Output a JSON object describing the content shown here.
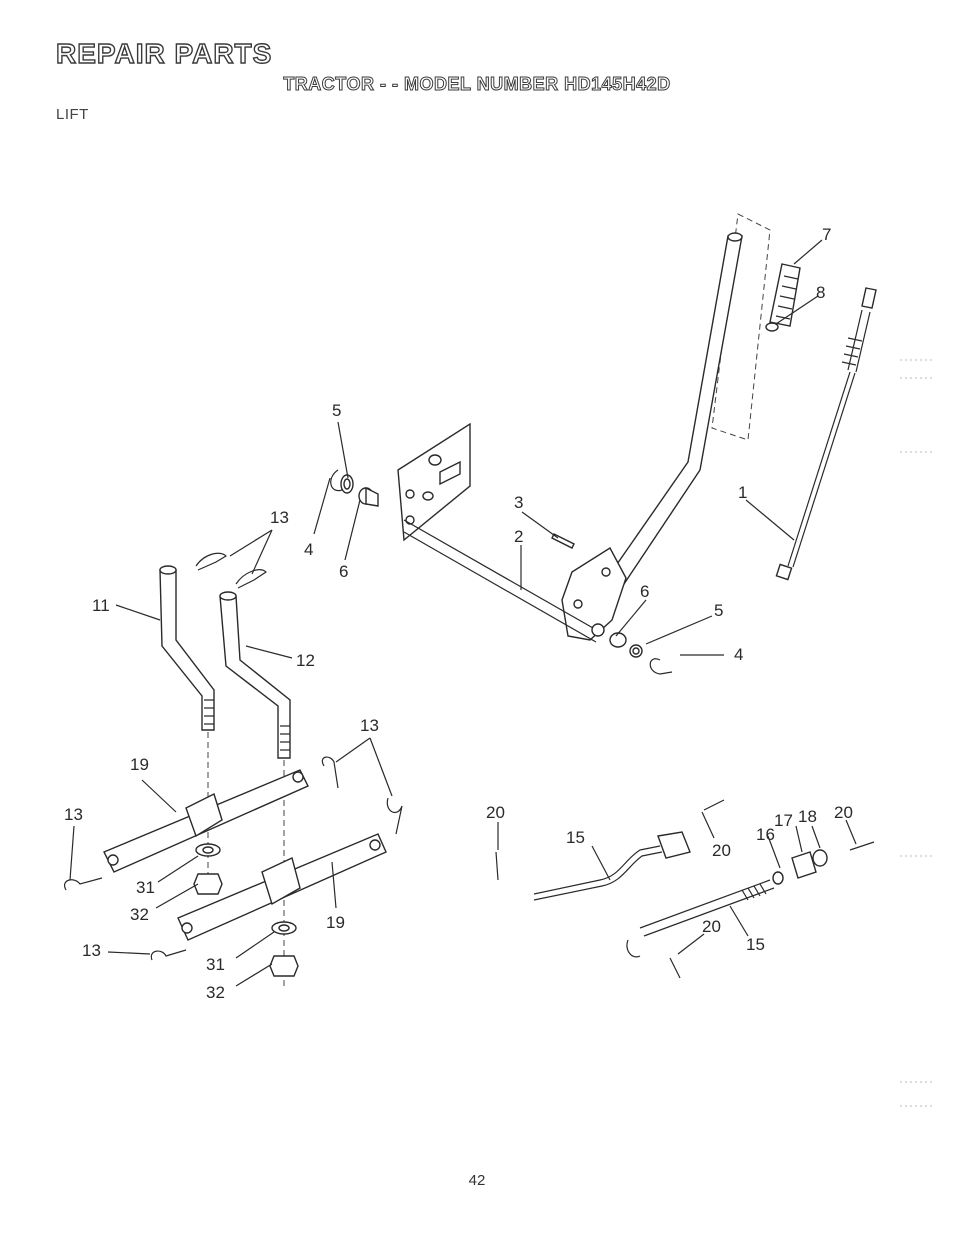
{
  "header": {
    "title": "REPAIR PARTS",
    "subtitle": "TRACTOR - - MODEL NUMBER HD145H42D",
    "section": "LIFT"
  },
  "callouts": {
    "c1": "1",
    "c2": "2",
    "c3": "3",
    "c4a": "4",
    "c4b": "4",
    "c5a": "5",
    "c5b": "5",
    "c6a": "6",
    "c6b": "6",
    "c7": "7",
    "c8": "8",
    "c11": "11",
    "c12": "12",
    "c13a": "13",
    "c13b": "13",
    "c13c": "13",
    "c13d": "13",
    "c15a": "15",
    "c15b": "15",
    "c16": "16",
    "c17": "17",
    "c18": "18",
    "c19a": "19",
    "c19b": "19",
    "c20a": "20",
    "c20b": "20",
    "c20c": "20",
    "c20d": "20",
    "c31a": "31",
    "c31b": "31",
    "c32a": "32",
    "c32b": "32"
  },
  "footer": {
    "page_number": "42"
  }
}
